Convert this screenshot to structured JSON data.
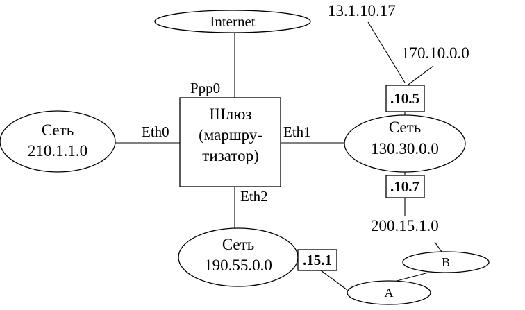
{
  "internet": {
    "label": "Internet"
  },
  "gateway": {
    "lines": [
      "Шлюз",
      "(маршру-",
      "тизатор)"
    ]
  },
  "interfaces": {
    "ppp0": "Ppp0",
    "eth0": "Eth0",
    "eth1": "Eth1",
    "eth2": "Eth2"
  },
  "networks": {
    "left": {
      "title": "Сеть",
      "address": "210.1.1.0"
    },
    "right": {
      "title": "Сеть",
      "address": "130.30.0.0"
    },
    "bottom": {
      "title": "Сеть",
      "address": "190.55.0.0"
    }
  },
  "routes": {
    "top_a": "13.1.10.17",
    "top_b": "170.10.0.0",
    "lower": "200.15.1.0"
  },
  "router_addresses": {
    "r105": ".10.5",
    "r107": ".10.7",
    "r151": ".15.1"
  },
  "hosts": {
    "a": "A",
    "b": "B"
  }
}
